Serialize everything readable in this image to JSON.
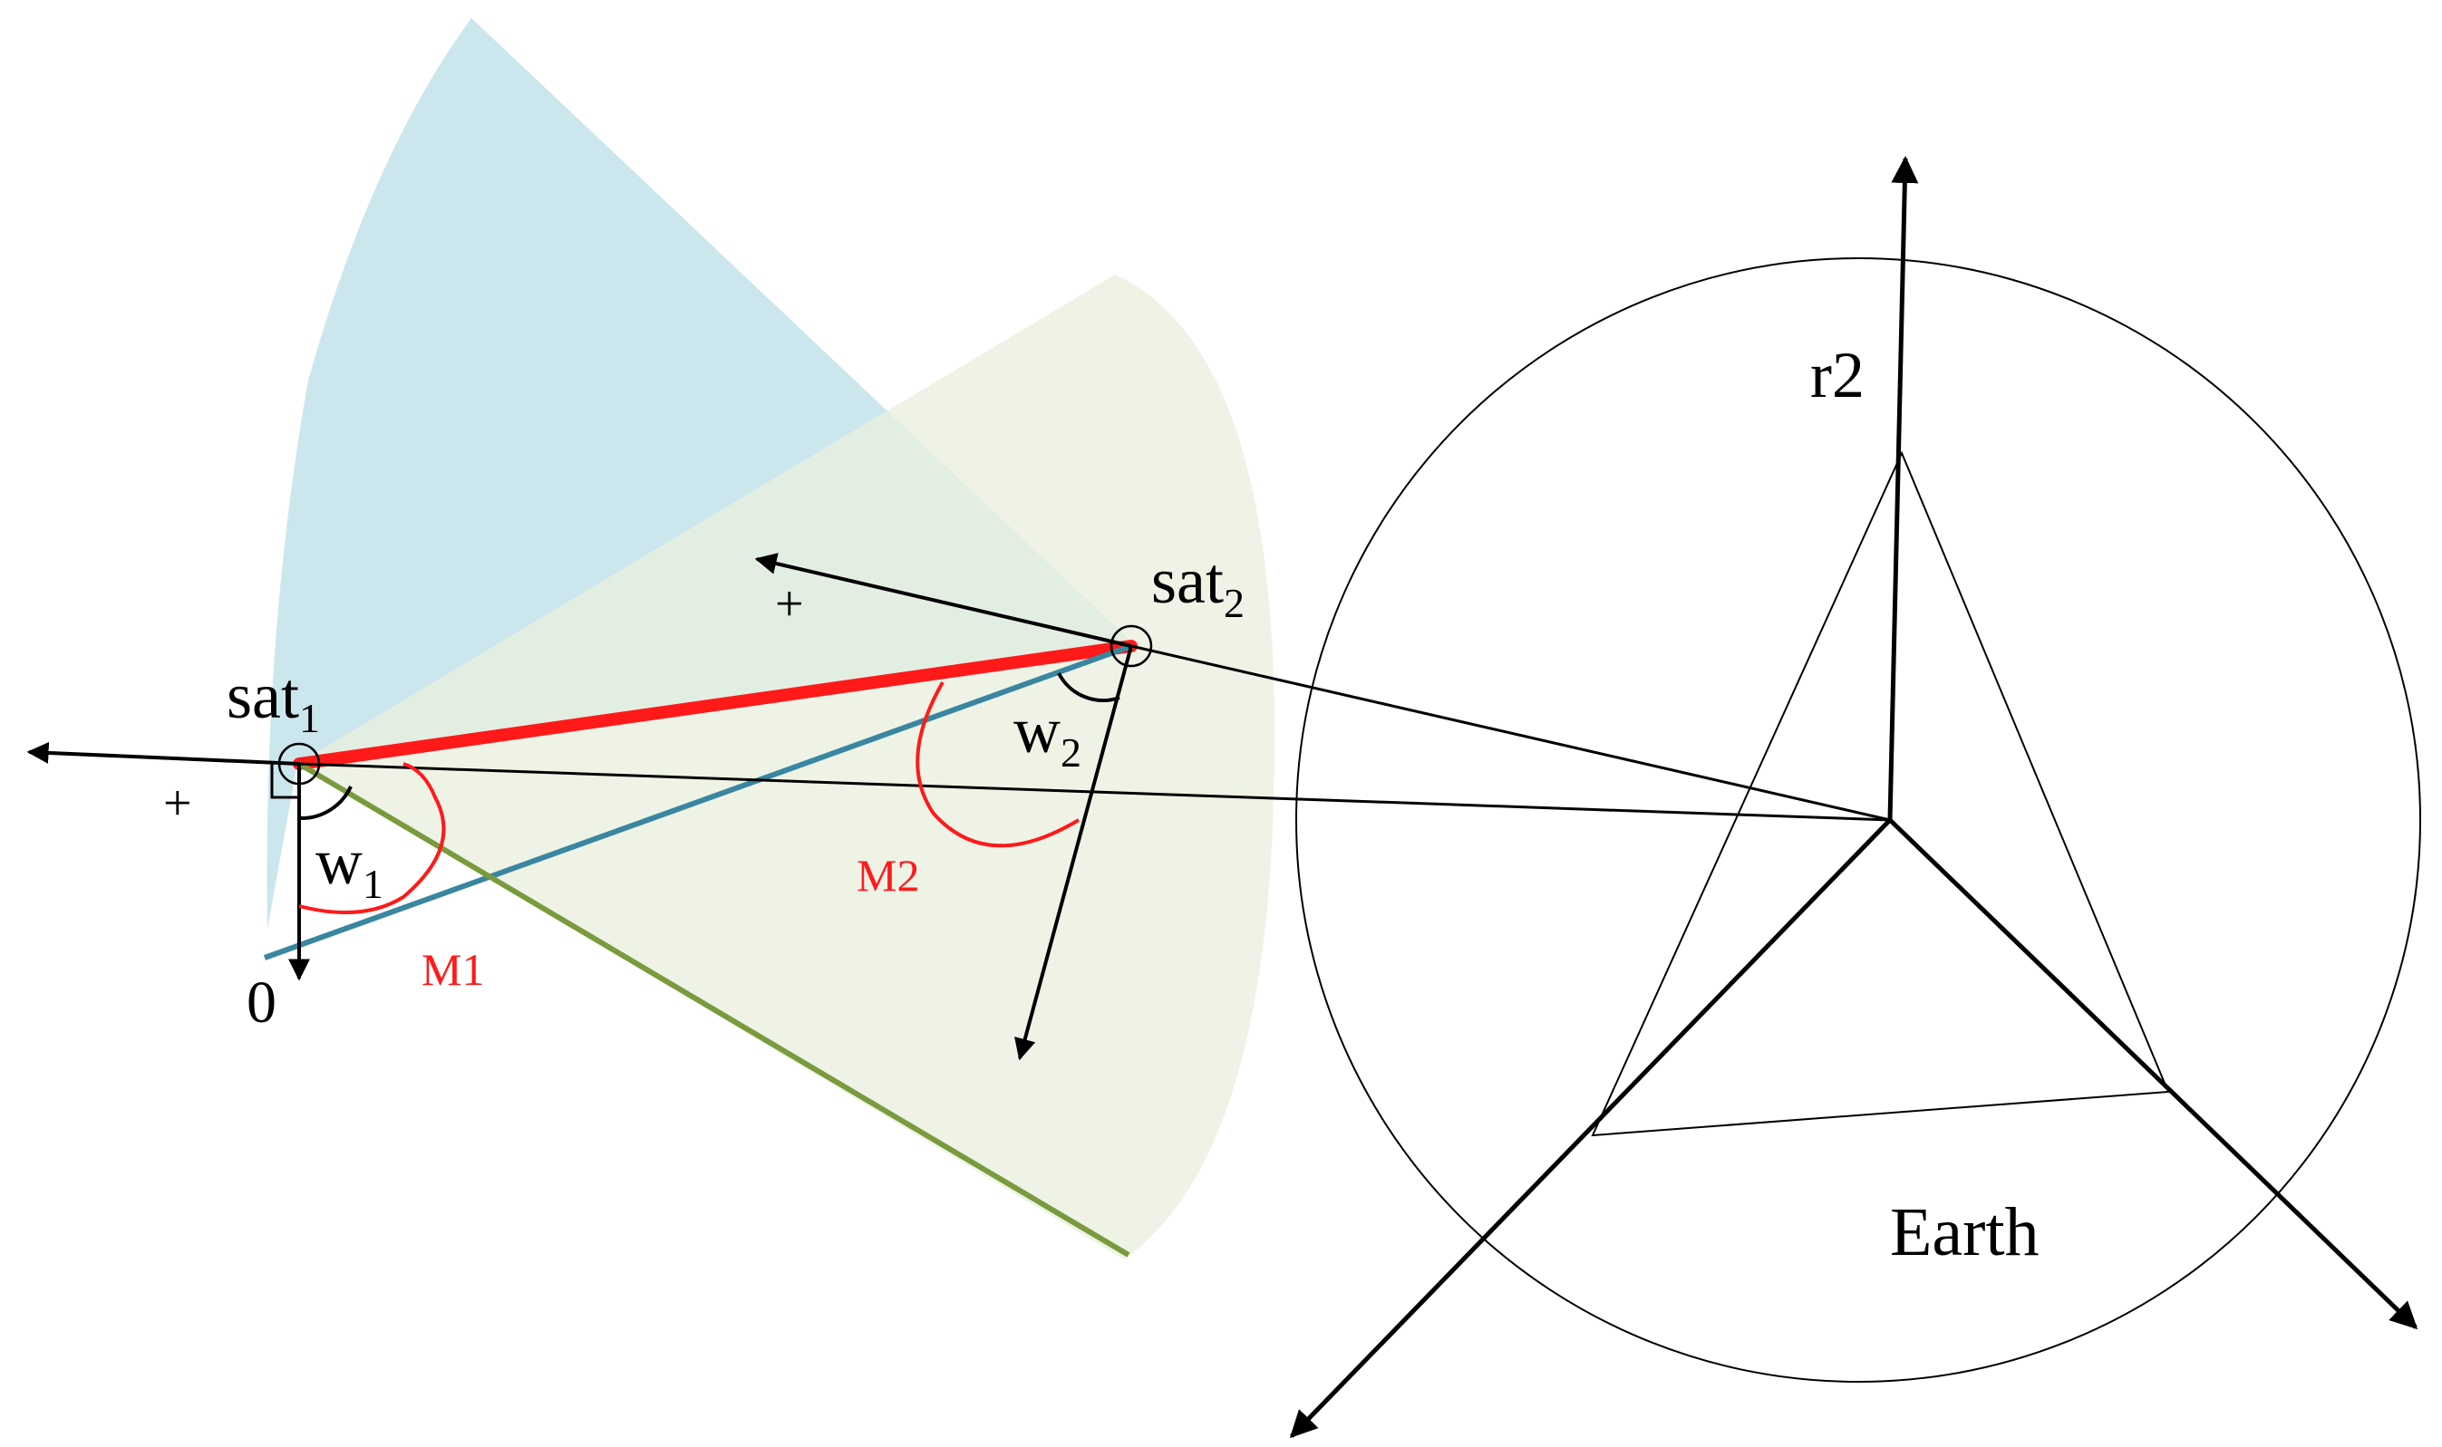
{
  "labels": {
    "sat1_base": "sat",
    "sat1_sub": "1",
    "sat2_base": "sat",
    "sat2_sub": "2",
    "w1_base": "w",
    "w1_sub": "1",
    "w2_base": "w",
    "w2_sub": "2",
    "m1": "M1",
    "m2": "M2",
    "plus1": "+",
    "plus2": "+",
    "zero": "0",
    "r2": "r2",
    "earth": "Earth"
  },
  "colors": {
    "cone_sat1": "#cce6ee",
    "cone_sat2": "#e9efdf",
    "overlap": "#d3e6dc",
    "link_line": "#ff1a1a",
    "angle_arc": "#ff1a1a",
    "blue_line": "#3a86a0",
    "green_line": "#7a9a3e",
    "ink": "#000000"
  }
}
